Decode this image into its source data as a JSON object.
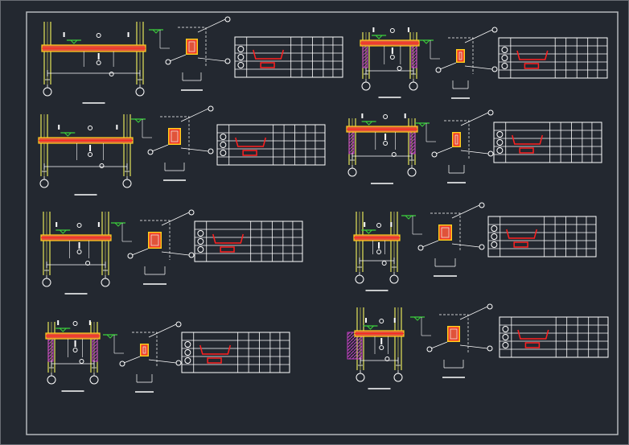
{
  "colors": {
    "background": "#232830",
    "frame": "#b4b8bc",
    "line": "#ffffff",
    "column": "#e6e65a",
    "beam_fill": "#e0533a",
    "beam_edge": "#ffd21e",
    "red": "#ff2020",
    "hatch": "#c040c0",
    "level_mark": "#3cd23c"
  },
  "drawings": [
    {
      "id": "d1",
      "wall": "none"
    },
    {
      "id": "d2",
      "wall": "both"
    },
    {
      "id": "d3",
      "wall": "none"
    },
    {
      "id": "d4",
      "wall": "both"
    },
    {
      "id": "d5",
      "wall": "none"
    },
    {
      "id": "d6",
      "wall": "none"
    },
    {
      "id": "d7",
      "wall": "both"
    },
    {
      "id": "d8",
      "wall": "left-solid"
    }
  ]
}
